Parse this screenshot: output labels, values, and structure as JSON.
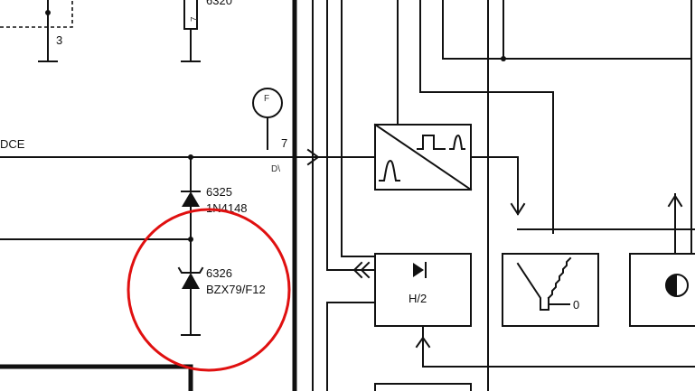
{
  "labels": {
    "top_component": "6320",
    "top_resistor_text": "7",
    "pin_3": "3",
    "test_point": "F",
    "signal_left": "DCE",
    "pin_7": "7",
    "pin_7_sub": "D\\",
    "diode_1_ref": "6325",
    "diode_1_part": "1N4148",
    "diode_2_ref": "6326",
    "diode_2_part": "BZX79/F12",
    "block_hv_label": "H/2",
    "block_ramp_label": "0"
  },
  "colors": {
    "ink": "#111111",
    "highlight": "#e01010"
  },
  "icons": {
    "pulse_converter": "pulse-converter-icon",
    "diode_block": "diode-symbol-icon",
    "ramp_block": "sawtooth-ramp-icon",
    "contrast_block": "contrast-half-circle-icon"
  }
}
